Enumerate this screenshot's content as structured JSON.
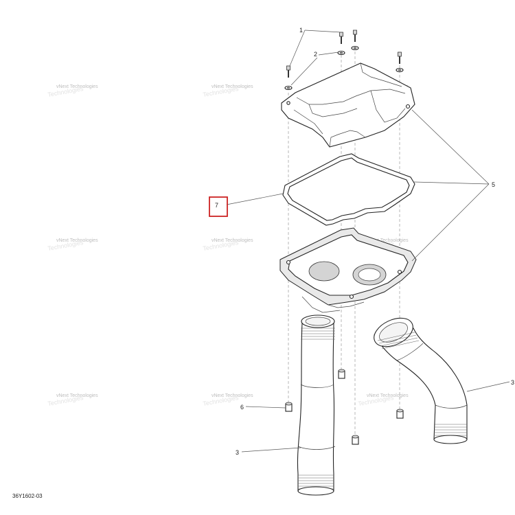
{
  "callouts": {
    "c1": "1",
    "c2": "2",
    "c3a": "3",
    "c3b": "3",
    "c5": "5",
    "c6": "6",
    "c7": "7"
  },
  "watermark": {
    "line1": "vNext Technologies",
    "line2": "Technologies"
  },
  "diagram_code": "36Y1602-03",
  "highlight_color": "#cc2222"
}
